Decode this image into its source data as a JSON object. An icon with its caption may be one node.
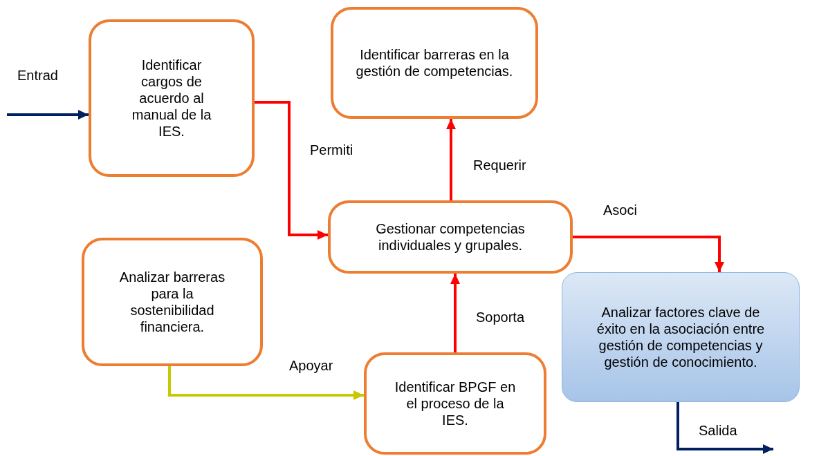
{
  "diagram": {
    "nodes": [
      {
        "text": [
          "Identificar cargos de acuerdo al manual de la IES."
        ]
      },
      {
        "text": [
          "Identificar barreras en la gestión de competencias."
        ]
      },
      {
        "text": [
          "Gestionar competencias individuales y grupales."
        ]
      },
      {
        "text": [
          "Analizar barreras para la sostenibilidad financiera."
        ]
      },
      {
        "text": [
          "Identificar BPGF en el proceso de la IES."
        ]
      },
      {
        "text": [
          "Analizar factores clave de éxito en la asociación entre gestión de competencias y gestión de conocimiento."
        ]
      }
    ],
    "edges": [
      {
        "from": null,
        "to": 0,
        "arrow": "to",
        "label": "Entrad",
        "color": "#002060"
      },
      {
        "from": 0,
        "to": 2,
        "arrow": "to",
        "label": "Permiti"
      },
      {
        "from": 2,
        "to": 1,
        "arrow": "to",
        "label": "Requerir"
      },
      {
        "from": 2,
        "to": 5,
        "arrow": "to",
        "label": "Asoci"
      },
      {
        "from": 3,
        "to": 4,
        "arrow": "to",
        "label": "Apoyar",
        "color": "#c8c800"
      },
      {
        "from": 4,
        "to": 2,
        "arrow": "to",
        "label": "Soporta"
      },
      {
        "from": 5,
        "to": null,
        "arrow": "to",
        "label": "Salida",
        "color": "#002060"
      }
    ]
  }
}
